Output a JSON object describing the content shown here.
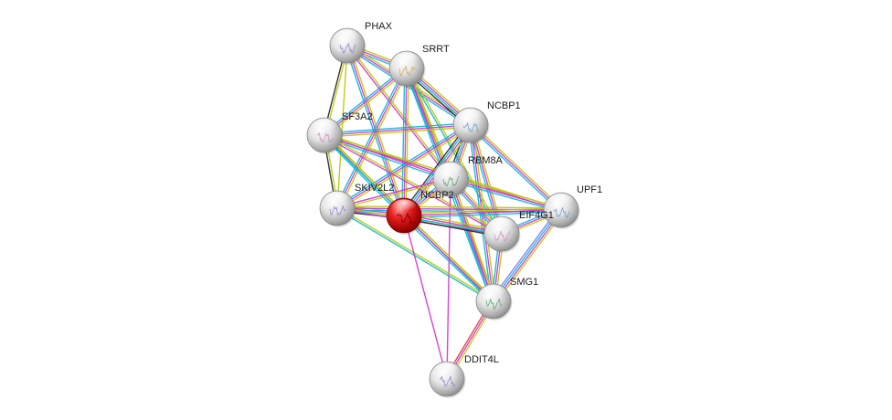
{
  "network": {
    "query_protein": "NCBP2",
    "nodes": [
      {
        "id": "PHAX",
        "label": "PHAX",
        "color": "#d9d9d9",
        "query": false
      },
      {
        "id": "SRRT",
        "label": "SRRT",
        "color": "#d9d9d9",
        "query": false
      },
      {
        "id": "NCBP1",
        "label": "NCBP1",
        "color": "#d9d9d9",
        "query": false
      },
      {
        "id": "SF3A2",
        "label": "SF3A2",
        "color": "#d9d9d9",
        "query": false
      },
      {
        "id": "RBM8A",
        "label": "RBM8A",
        "color": "#d9d9d9",
        "query": false
      },
      {
        "id": "SKIV2L2",
        "label": "SKIV2L2",
        "color": "#d9d9d9",
        "query": false
      },
      {
        "id": "NCBP2",
        "label": "NCBP2",
        "color": "#e01010",
        "query": true
      },
      {
        "id": "UPF1",
        "label": "UPF1",
        "color": "#d9d9d9",
        "query": false
      },
      {
        "id": "EIF4G1",
        "label": "EIF4G1",
        "color": "#d9d9d9",
        "query": false
      },
      {
        "id": "SMG1",
        "label": "SMG1",
        "color": "#d9d9d9",
        "query": false
      },
      {
        "id": "DDIT4L",
        "label": "DDIT4L",
        "color": "#d9d9d9",
        "query": false
      }
    ],
    "edge_colors": {
      "database": "#00b8d8",
      "experiment": "#d030d0",
      "textmining": "#b8c800",
      "coexpression": "#202020",
      "homology": "#7878e8",
      "fusion": "#e03030"
    },
    "edges": [
      {
        "a": "PHAX",
        "b": "SRRT",
        "types": [
          "textmining",
          "experiment",
          "database"
        ]
      },
      {
        "a": "PHAX",
        "b": "SF3A2",
        "types": [
          "textmining",
          "coexpression"
        ]
      },
      {
        "a": "PHAX",
        "b": "NCBP1",
        "types": [
          "textmining",
          "experiment",
          "database"
        ]
      },
      {
        "a": "PHAX",
        "b": "NCBP2",
        "types": [
          "textmining",
          "experiment",
          "database"
        ]
      },
      {
        "a": "PHAX",
        "b": "SKIV2L2",
        "types": [
          "textmining"
        ]
      },
      {
        "a": "PHAX",
        "b": "RBM8A",
        "types": [
          "textmining",
          "experiment"
        ]
      },
      {
        "a": "SRRT",
        "b": "NCBP1",
        "types": [
          "textmining",
          "experiment",
          "database",
          "coexpression"
        ]
      },
      {
        "a": "SRRT",
        "b": "SF3A2",
        "types": [
          "textmining",
          "experiment",
          "database"
        ]
      },
      {
        "a": "SRRT",
        "b": "SKIV2L2",
        "types": [
          "textmining",
          "experiment",
          "database"
        ]
      },
      {
        "a": "SRRT",
        "b": "NCBP2",
        "types": [
          "textmining",
          "experiment",
          "database"
        ]
      },
      {
        "a": "SRRT",
        "b": "RBM8A",
        "types": [
          "textmining",
          "experiment",
          "database"
        ]
      },
      {
        "a": "SRRT",
        "b": "EIF4G1",
        "types": [
          "textmining",
          "database"
        ]
      },
      {
        "a": "SRRT",
        "b": "SMG1",
        "types": [
          "textmining",
          "experiment",
          "database"
        ]
      },
      {
        "a": "NCBP1",
        "b": "SF3A2",
        "types": [
          "textmining",
          "experiment",
          "database"
        ]
      },
      {
        "a": "NCBP1",
        "b": "RBM8A",
        "types": [
          "textmining",
          "experiment",
          "database",
          "coexpression"
        ]
      },
      {
        "a": "NCBP1",
        "b": "SKIV2L2",
        "types": [
          "textmining",
          "experiment",
          "database"
        ]
      },
      {
        "a": "NCBP1",
        "b": "NCBP2",
        "types": [
          "textmining",
          "experiment",
          "database",
          "coexpression"
        ]
      },
      {
        "a": "NCBP1",
        "b": "UPF1",
        "types": [
          "textmining",
          "experiment",
          "database"
        ]
      },
      {
        "a": "NCBP1",
        "b": "EIF4G1",
        "types": [
          "textmining",
          "experiment",
          "database"
        ]
      },
      {
        "a": "NCBP1",
        "b": "SMG1",
        "types": [
          "textmining",
          "experiment",
          "database"
        ]
      },
      {
        "a": "SF3A2",
        "b": "SKIV2L2",
        "types": [
          "textmining",
          "coexpression"
        ]
      },
      {
        "a": "SF3A2",
        "b": "NCBP2",
        "types": [
          "textmining",
          "experiment",
          "database"
        ]
      },
      {
        "a": "SF3A2",
        "b": "RBM8A",
        "types": [
          "textmining",
          "experiment",
          "database"
        ]
      },
      {
        "a": "SF3A2",
        "b": "EIF4G1",
        "types": [
          "textmining",
          "experiment"
        ]
      },
      {
        "a": "SF3A2",
        "b": "UPF1",
        "types": [
          "textmining",
          "experiment"
        ]
      },
      {
        "a": "SF3A2",
        "b": "SMG1",
        "types": [
          "textmining",
          "database"
        ]
      },
      {
        "a": "RBM8A",
        "b": "NCBP2",
        "types": [
          "textmining",
          "experiment",
          "database"
        ]
      },
      {
        "a": "RBM8A",
        "b": "SKIV2L2",
        "types": [
          "textmining",
          "experiment"
        ]
      },
      {
        "a": "RBM8A",
        "b": "UPF1",
        "types": [
          "textmining",
          "experiment",
          "database"
        ]
      },
      {
        "a": "RBM8A",
        "b": "EIF4G1",
        "types": [
          "textmining",
          "experiment",
          "database"
        ]
      },
      {
        "a": "RBM8A",
        "b": "SMG1",
        "types": [
          "textmining",
          "experiment",
          "database"
        ]
      },
      {
        "a": "RBM8A",
        "b": "DDIT4L",
        "types": [
          "experiment"
        ]
      },
      {
        "a": "SKIV2L2",
        "b": "NCBP2",
        "types": [
          "textmining",
          "experiment",
          "database",
          "coexpression"
        ]
      },
      {
        "a": "SKIV2L2",
        "b": "UPF1",
        "types": [
          "textmining",
          "experiment",
          "database"
        ]
      },
      {
        "a": "SKIV2L2",
        "b": "EIF4G1",
        "types": [
          "textmining",
          "experiment"
        ]
      },
      {
        "a": "SKIV2L2",
        "b": "SMG1",
        "types": [
          "textmining",
          "database"
        ]
      },
      {
        "a": "NCBP2",
        "b": "UPF1",
        "types": [
          "textmining",
          "experiment",
          "database"
        ]
      },
      {
        "a": "NCBP2",
        "b": "EIF4G1",
        "types": [
          "textmining",
          "experiment",
          "database",
          "coexpression"
        ]
      },
      {
        "a": "NCBP2",
        "b": "SMG1",
        "types": [
          "textmining",
          "experiment",
          "database"
        ]
      },
      {
        "a": "NCBP2",
        "b": "DDIT4L",
        "types": [
          "experiment"
        ]
      },
      {
        "a": "UPF1",
        "b": "EIF4G1",
        "types": [
          "textmining",
          "experiment",
          "database"
        ]
      },
      {
        "a": "UPF1",
        "b": "SMG1",
        "types": [
          "textmining",
          "experiment",
          "database",
          "homology"
        ]
      },
      {
        "a": "EIF4G1",
        "b": "SMG1",
        "types": [
          "textmining",
          "experiment",
          "database"
        ]
      },
      {
        "a": "SMG1",
        "b": "DDIT4L",
        "types": [
          "textmining",
          "experiment",
          "fusion"
        ]
      }
    ]
  }
}
